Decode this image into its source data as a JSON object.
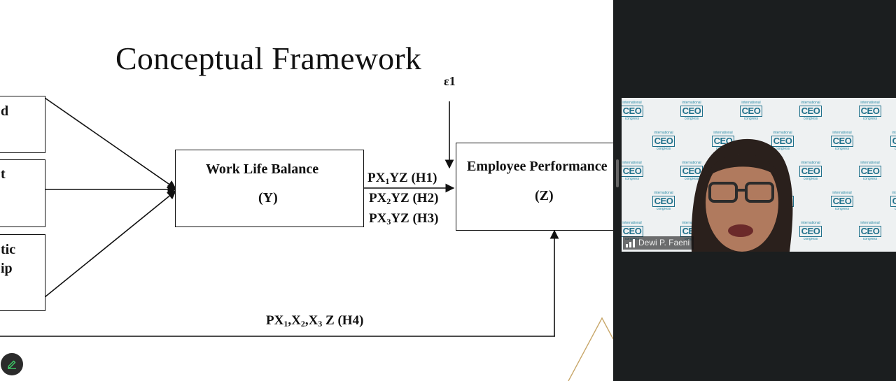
{
  "slide": {
    "title": "Conceptual Framework",
    "left_boxes": [
      {
        "line1": "d",
        "line2": ""
      },
      {
        "line1": "t",
        "line2": ""
      },
      {
        "line1": "tic",
        "line2": "ip"
      }
    ],
    "wlb_box": {
      "title": "Work Life Balance",
      "symbol": "(Y)"
    },
    "ep_box": {
      "title": "Employee Performance",
      "symbol": "(Z)"
    },
    "epsilon": "ε1",
    "paths": [
      {
        "prefix": "PX",
        "sub": "1",
        "rest": "YZ (H1)"
      },
      {
        "prefix": "PX",
        "sub": "2",
        "rest": "YZ (H2)"
      },
      {
        "prefix": "PX",
        "sub": "3",
        "rest": "YZ (H3)"
      }
    ],
    "h4": {
      "p1": "PX",
      "s1": "1",
      "p2": ",X",
      "s2": "2",
      "p3": ",X",
      "s3": "3",
      "p4": " Z (H4)"
    }
  },
  "participant": {
    "name": "Dewi P. Faeni"
  },
  "background_logo": {
    "small": "international",
    "big": "CEO",
    "small2": "congress"
  },
  "colors": {
    "panel_bg": "#1b1e1f",
    "logo": "#1d6f8a",
    "accent_gold": "#c8a76a"
  },
  "icons": {
    "edit": "pencil-icon",
    "signal": "signal-bars-icon"
  }
}
